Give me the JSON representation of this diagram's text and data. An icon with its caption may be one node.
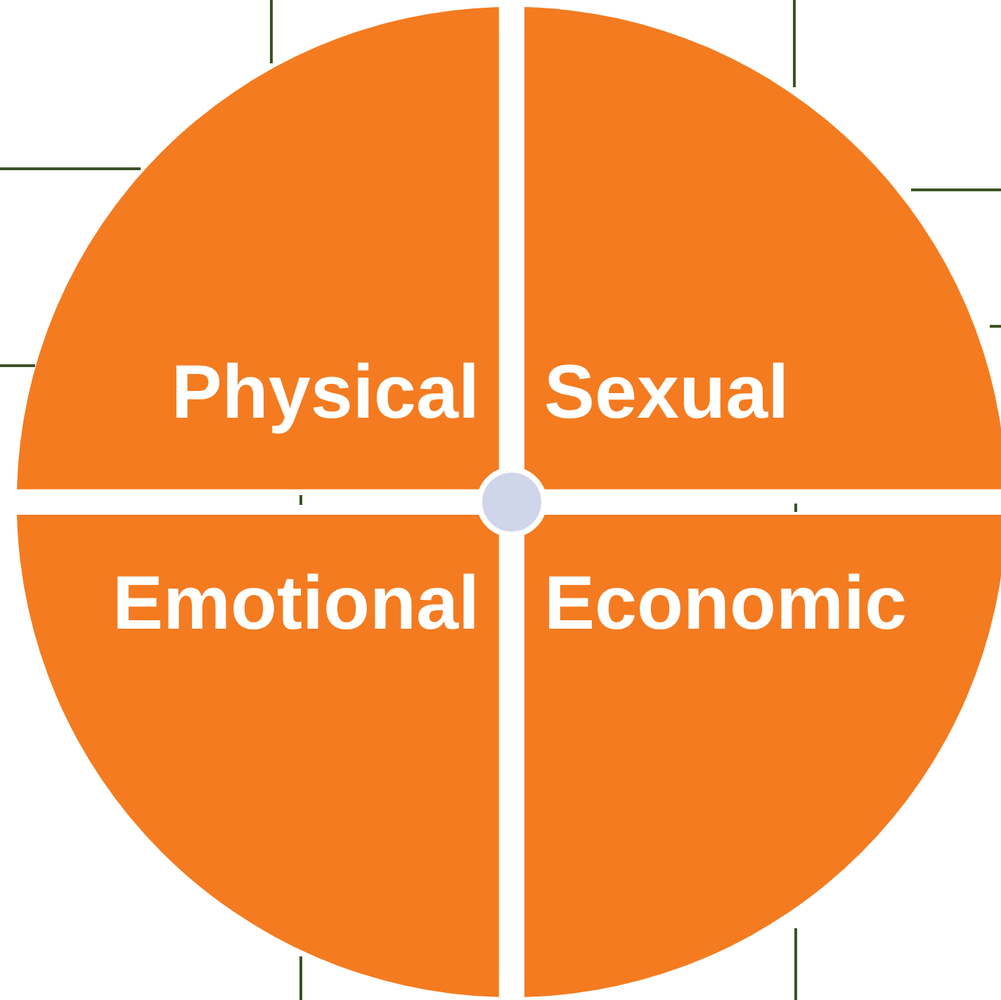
{
  "diagram": {
    "nodes": [
      {
        "text": [
          "Physical"
        ]
      },
      {
        "text": [
          "Sexual"
        ]
      },
      {
        "text": [
          "Emotional"
        ]
      },
      {
        "text": [
          "Economic"
        ]
      },
      {
        "text": [],
        "shape": "circle"
      }
    ]
  }
}
